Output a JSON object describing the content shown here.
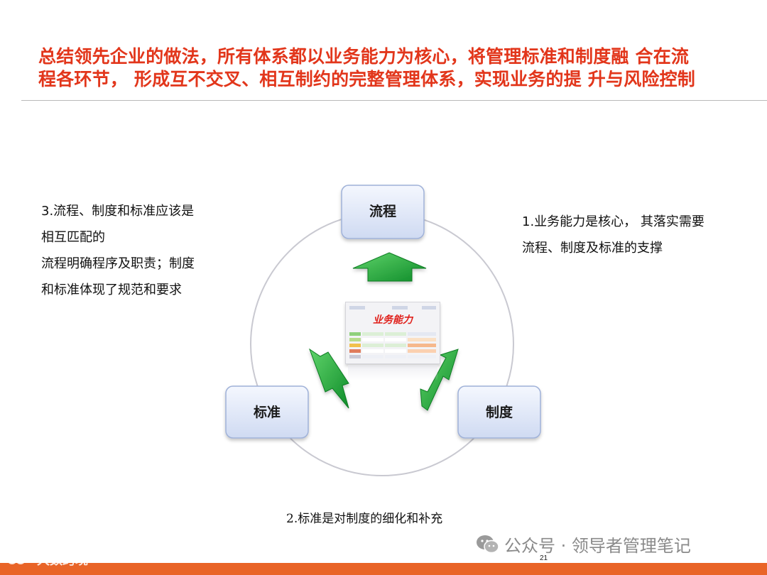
{
  "title": {
    "line1": "总结领先企业的做法，所有体系都以业务能力为核心，将管理标准和制度融 合在流",
    "line2": "程各环节，  形成互不交叉、相互制约的完整管理体系，实现业务的提 升与风险控制"
  },
  "notes": {
    "left": [
      "3.流程、制度和标准应该是",
      "相互匹配的",
      "流程明确程序及职责；制度",
      "和标准体现了规范和要求"
    ],
    "right": [
      "1.业务能力是核心，  其落实需要",
      "流程、制度及标准的支撑"
    ],
    "bottom": "2.标准是对制度的细化和补充"
  },
  "diagram": {
    "nodes": {
      "top": "流程",
      "left": "标准",
      "right": "制度"
    },
    "center_label": "业务能力",
    "colors": {
      "arrow": "#1faa3a",
      "arrow_dark": "#0e7d24",
      "box_fill": "#dfe6f7",
      "box_border": "#9fb1d8",
      "circle": "#c9c9d1"
    },
    "icons": [
      "up-arrow",
      "diagonal-arrow",
      "diagonal-arrow"
    ]
  },
  "footer": {
    "page_number": "21",
    "watermark": "公众号 · 领导者管理笔记",
    "brand": "大数跨境",
    "bar_color": "#e96427"
  }
}
